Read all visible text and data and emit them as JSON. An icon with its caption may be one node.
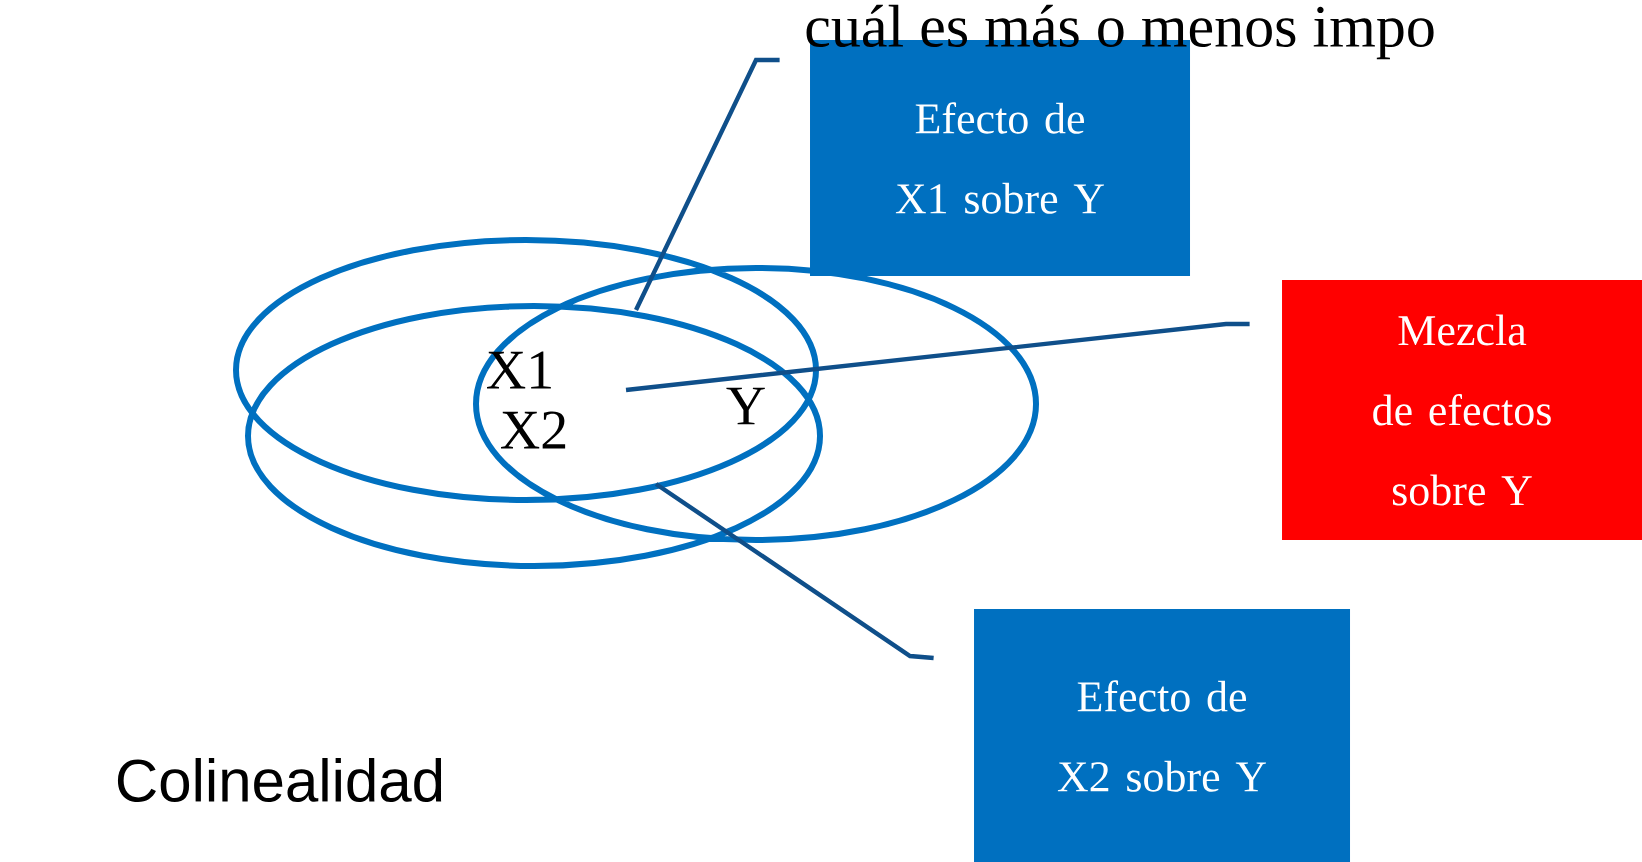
{
  "diagram": {
    "nodes": [
      {
        "text": [
          "Efecto de X1 sobre Y"
        ]
      },
      {
        "text": [
          "Mezcla de efectos sobre Y"
        ]
      },
      {
        "text": [
          "Efecto de X2 sobre Y"
        ]
      }
    ],
    "edges": [
      {
        "from": 0,
        "to": null,
        "arrow": "none"
      },
      {
        "from": 1,
        "to": null,
        "arrow": "none"
      },
      {
        "from": 2,
        "to": null,
        "arrow": "none"
      }
    ],
    "labels": [
      "cuál es más o menos impo",
      "X1",
      "X2",
      "Y",
      "Colinealidad"
    ]
  }
}
